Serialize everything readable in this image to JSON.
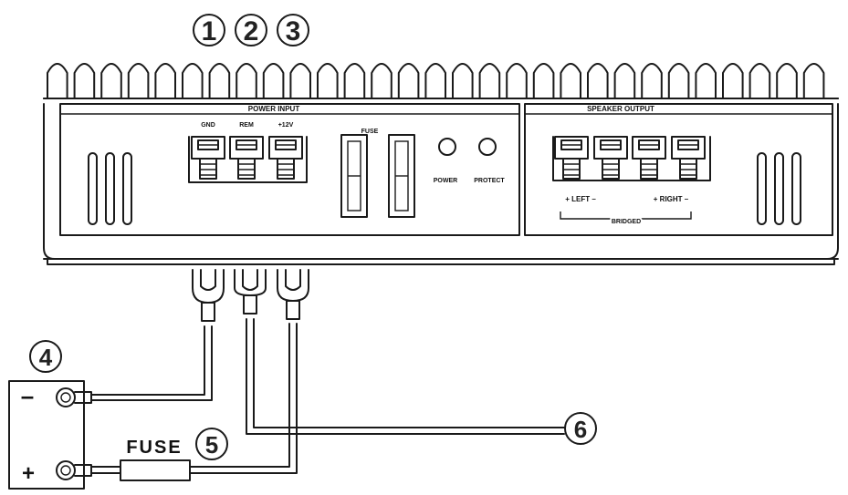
{
  "callouts": {
    "c1": "1",
    "c2": "2",
    "c3": "3",
    "c4": "4",
    "c5": "5",
    "c6": "6"
  },
  "panel": {
    "power_input_label": "POWER INPUT",
    "speaker_output_label": "SPEAKER OUTPUT",
    "terminal_gnd": "GND",
    "terminal_rem": "REM",
    "terminal_12v": "+12V",
    "fuse_label": "FUSE",
    "led_power": "POWER",
    "led_protect": "PROTECT",
    "left_label": "+ LEFT –",
    "right_label": "+ RIGHT –",
    "bridged_label": "BRIDGED"
  },
  "battery": {
    "minus": "–",
    "plus": "+"
  },
  "fuse_label": "FUSE"
}
